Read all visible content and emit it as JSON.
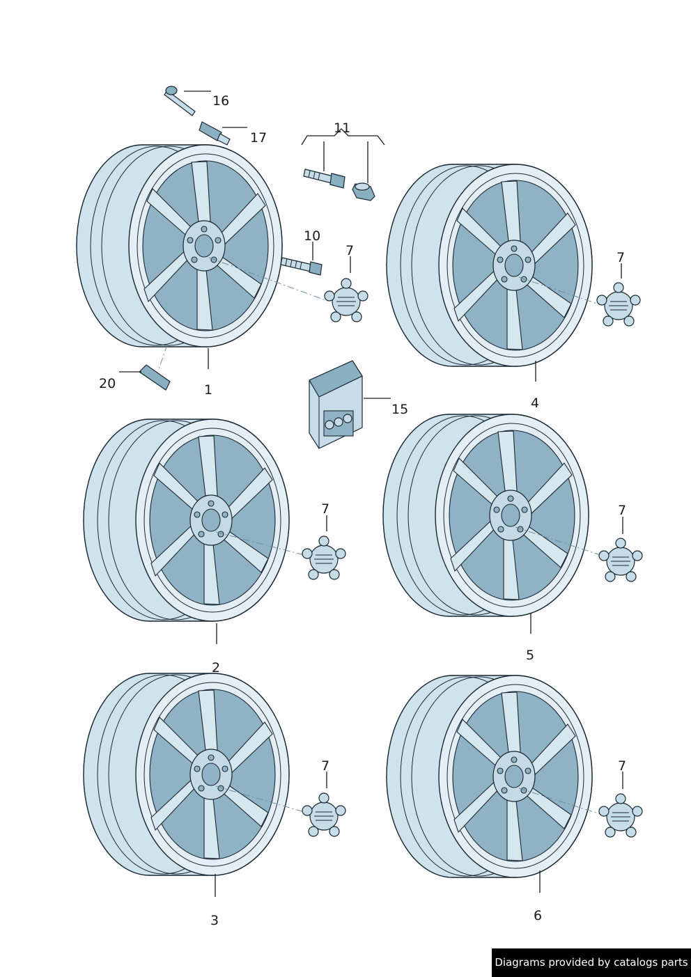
{
  "callouts": {
    "c1": "1",
    "c2": "2",
    "c3": "3",
    "c4": "4",
    "c5": "5",
    "c6": "6",
    "c7": "7",
    "c10": "10",
    "c11": "11",
    "c15": "15",
    "c16": "16",
    "c17": "17",
    "c20": "20"
  },
  "credit": "Diagrams provided by catalogs parts"
}
